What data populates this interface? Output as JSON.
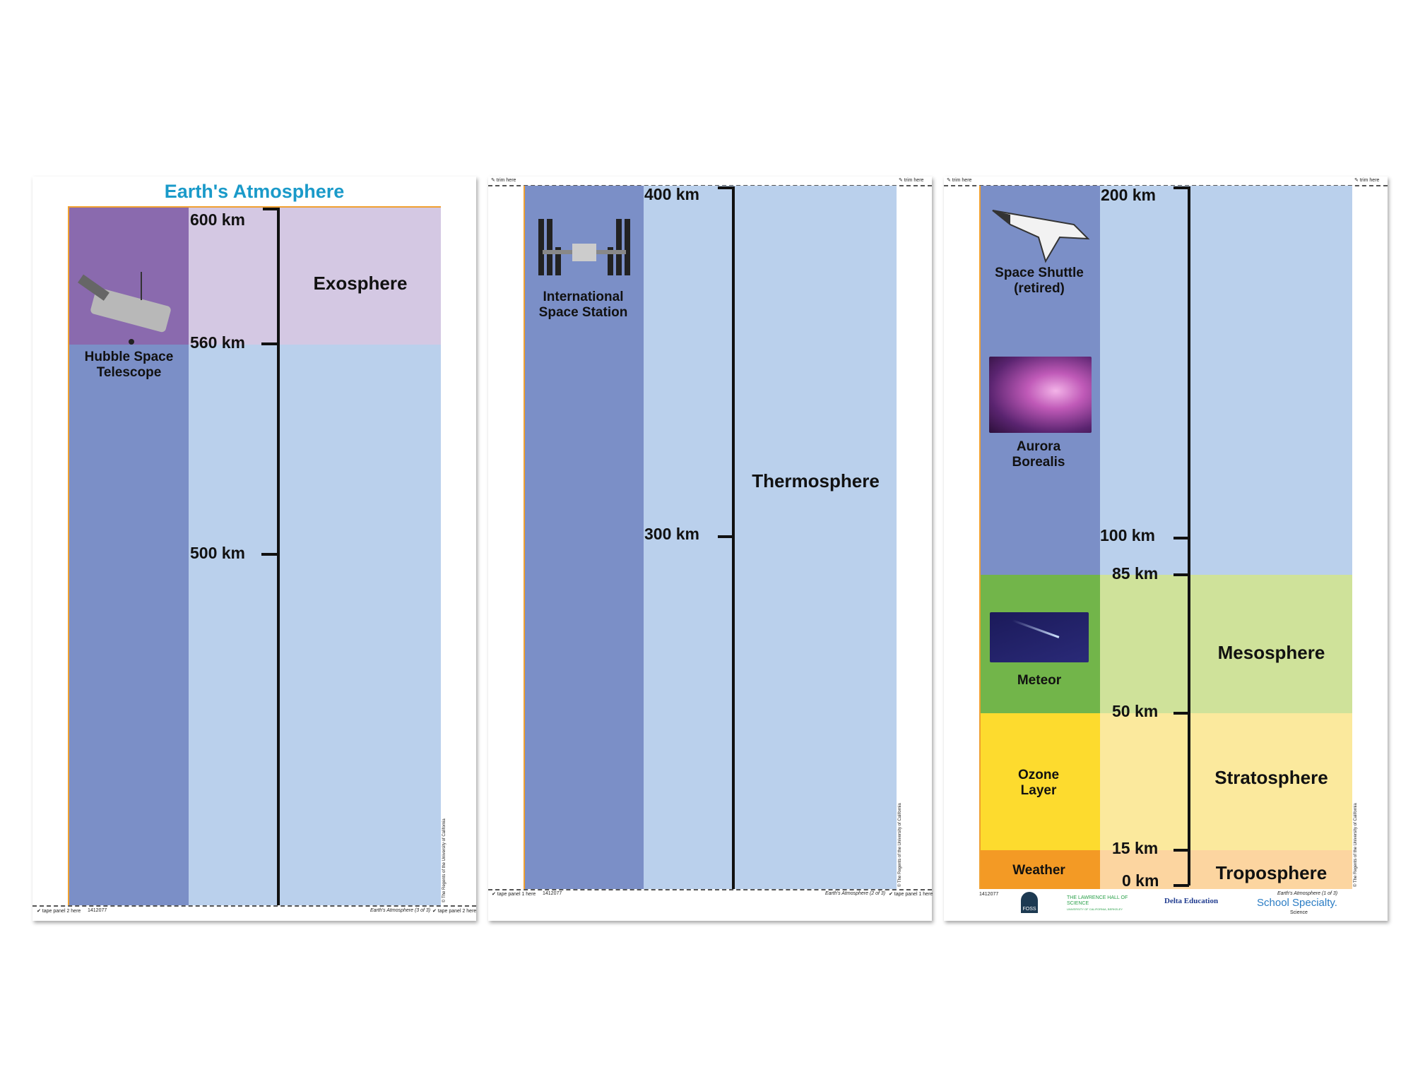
{
  "title": "Earth's Atmosphere",
  "panels": [
    {
      "footer_left": "✔ tape panel 2 here",
      "code": "1412077",
      "footer_right": "Earth's Atmosphere (3 of 3)",
      "footer_right2": "✔ tape panel 2 here",
      "copyright": "© The Regents of the University of California",
      "ticks": [
        "600 km",
        "560 km",
        "500 km"
      ],
      "layer": "Exosphere",
      "object": "Hubble Space Telescope"
    },
    {
      "trim_left": "✎ trim here",
      "trim_right": "✎ trim here",
      "footer_left": "✔ tape panel 1 here",
      "code": "1412077",
      "footer_right": "Earth's Atmosphere (2 of 3)",
      "footer_right2": "✔ tape panel 1 here",
      "copyright": "© The Regents of the University of California",
      "ticks": [
        "400 km",
        "300 km"
      ],
      "layer": "Thermosphere",
      "object": "International Space Station"
    },
    {
      "trim_left": "✎ trim here",
      "trim_right": "✎ trim here",
      "code": "1412077",
      "footer_right": "Earth's Atmosphere (1 of 3)",
      "copyright": "© The Regents of the University of California",
      "ticks": [
        "200 km",
        "100 km",
        "85 km",
        "50 km",
        "15 km",
        "0 km"
      ],
      "layers": [
        "Mesosphere",
        "Stratosphere",
        "Troposphere"
      ],
      "objects": [
        "Space Shuttle (retired)",
        "Aurora Borealis",
        "Meteor",
        "Ozone Layer",
        "Weather"
      ],
      "logos": {
        "foss": "FOSS",
        "lhs": "THE LAWRENCE HALL OF SCIENCE",
        "lhs_sub": "UNIVERSITY OF CALIFORNIA, BERKELEY",
        "delta": "Delta Education",
        "ss": "School Specialty.",
        "ss_sub": "Science"
      }
    }
  ],
  "colors": {
    "title": "#1a9ac9",
    "exo_left": "#8a6aae",
    "exo_right": "#d4c8e3",
    "thermo_left": "#7b8fc7",
    "thermo_right": "#bad0ec",
    "meso_left": "#72b54a",
    "meso_right": "#cfe29a",
    "strato_left": "#fddb2e",
    "strato_right": "#fbe99d",
    "tropo_left": "#f39a25",
    "tropo_right": "#fcd5a0",
    "border": "#f0a030"
  }
}
